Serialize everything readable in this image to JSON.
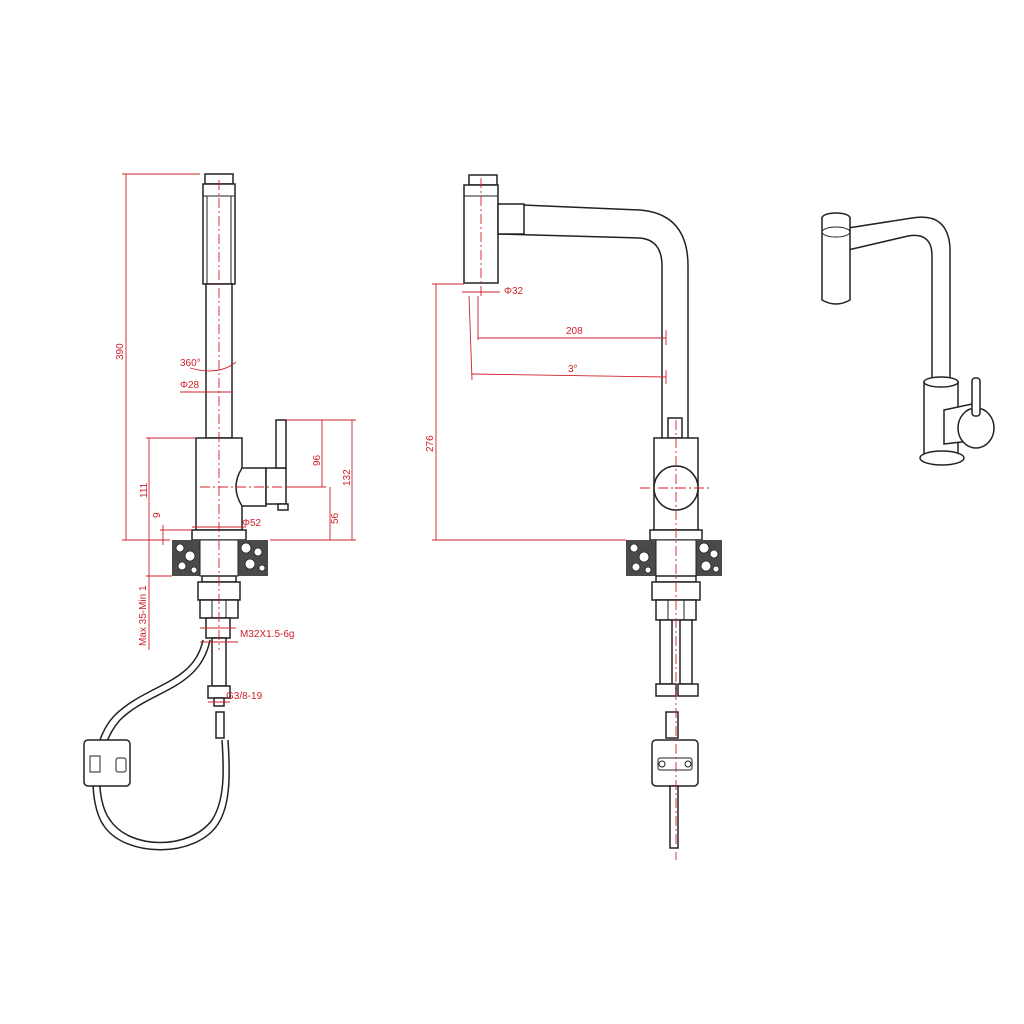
{
  "colors": {
    "outline": "#222222",
    "dimension": "#d0202a",
    "background": "#ffffff"
  },
  "dimensions": {
    "height_total": "390",
    "rotation": "360°",
    "spout_diameter": "Φ28",
    "body_height": "111",
    "lever_height": "96",
    "lever_total": "132",
    "base_gap": "9",
    "lever_base": "56",
    "base_diameter": "Φ52",
    "deck_thickness": "Max 35-Min 1",
    "thread": "M32X1.5-6g",
    "inlet_thread": "G3/8-19",
    "head_diameter": "Φ32",
    "reach": "208",
    "angle": "3°",
    "spout_height": "276"
  }
}
